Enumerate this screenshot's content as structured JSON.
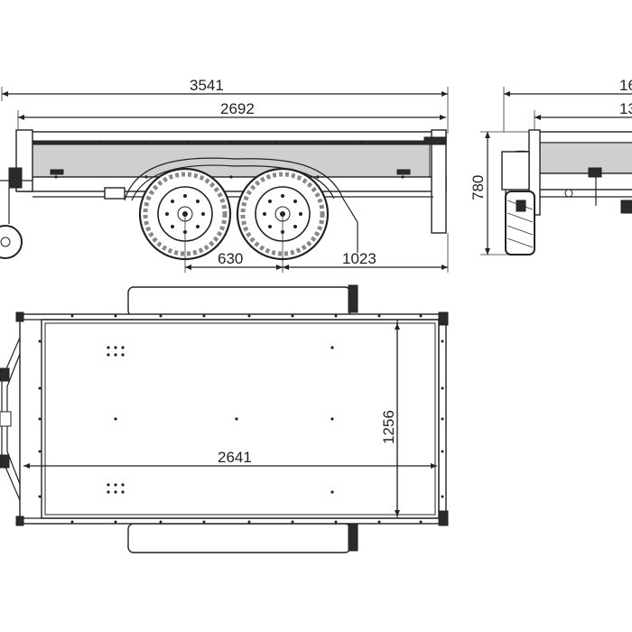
{
  "dimensions": {
    "overall_length": "3541",
    "box_length": "2692",
    "axle_spacing": "630",
    "rear_overhang": "1023",
    "side_height": "780",
    "overall_width": "16",
    "box_width": "13",
    "inner_width": "1256",
    "inner_length": "2641"
  }
}
